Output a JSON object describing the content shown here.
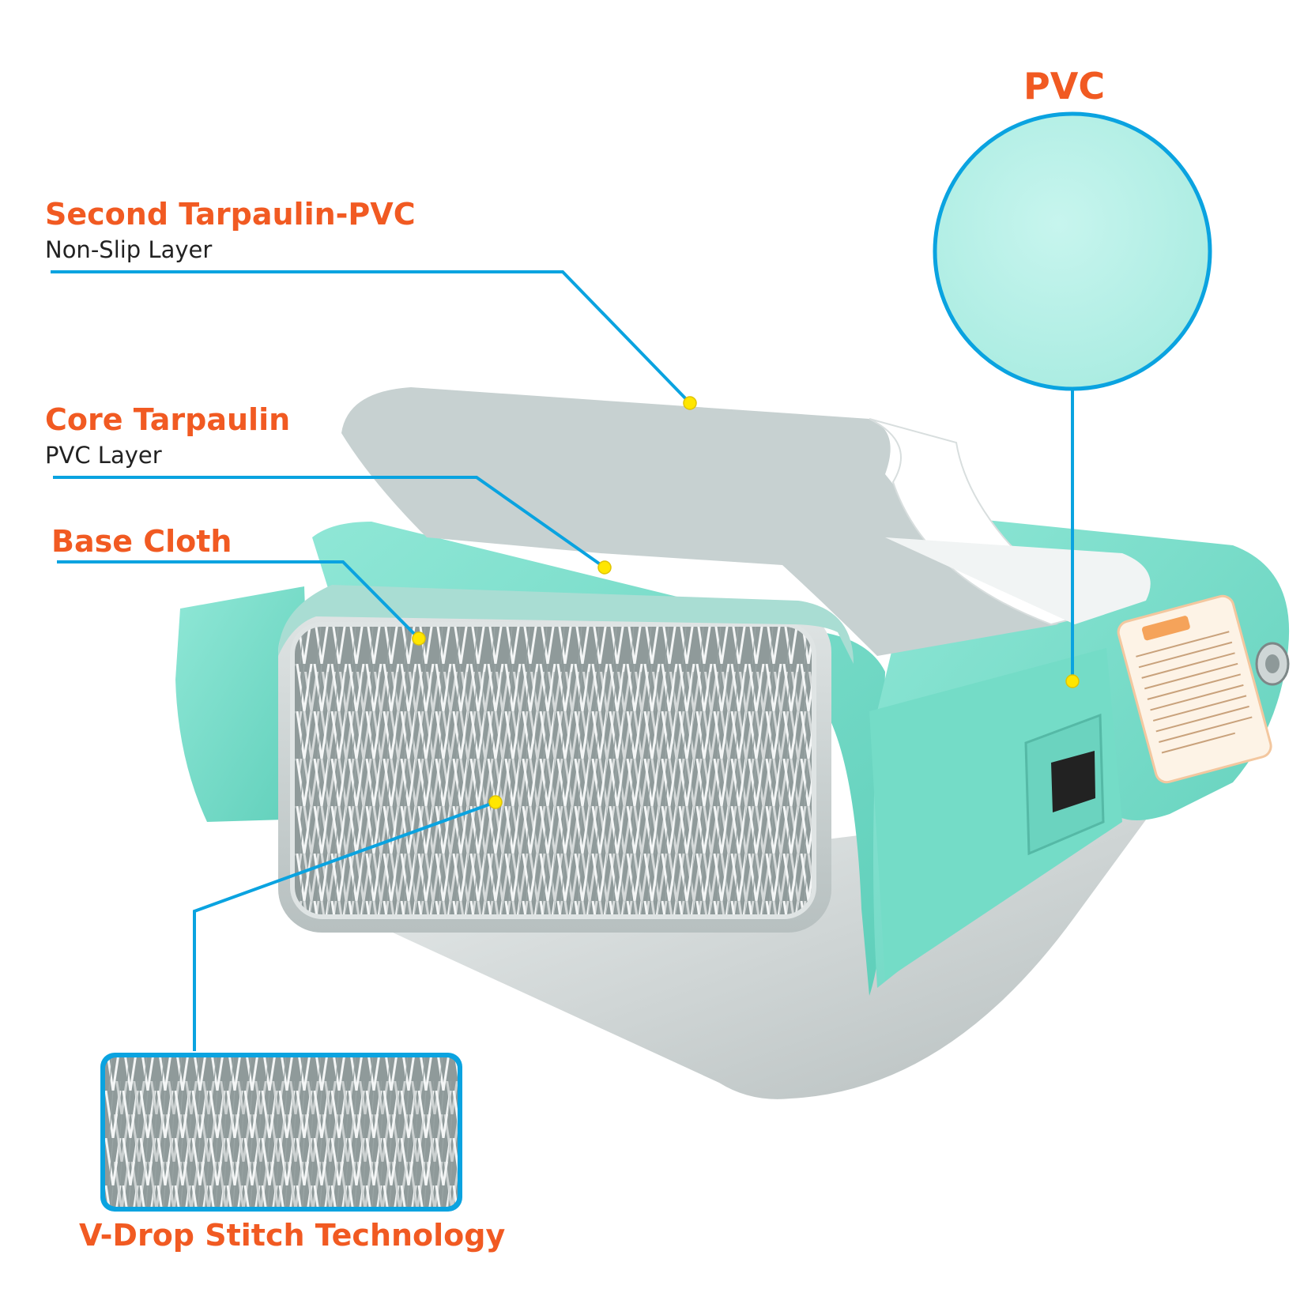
{
  "labels": {
    "pvc": "PVC",
    "second_tarpaulin": "Second Tarpaulin-PVC",
    "second_tarpaulin_sub": "Non-Slip Layer",
    "core_tarpaulin": "Core Tarpaulin",
    "core_tarpaulin_sub": "PVC Layer",
    "base_cloth": "Base Cloth",
    "v_drop": "V-Drop Stitch Technology"
  },
  "colors": {
    "accent_text": "#f15a22",
    "leader_line": "#0aa3e0",
    "marker_dot": "#ffe600",
    "pvc_teal": "#7fe0cf",
    "core_gray": "#c9d2d2"
  },
  "icons": {
    "caution_label": "caution-sticker",
    "valve": "air-valve-icon",
    "handle": "carry-handle-icon"
  }
}
